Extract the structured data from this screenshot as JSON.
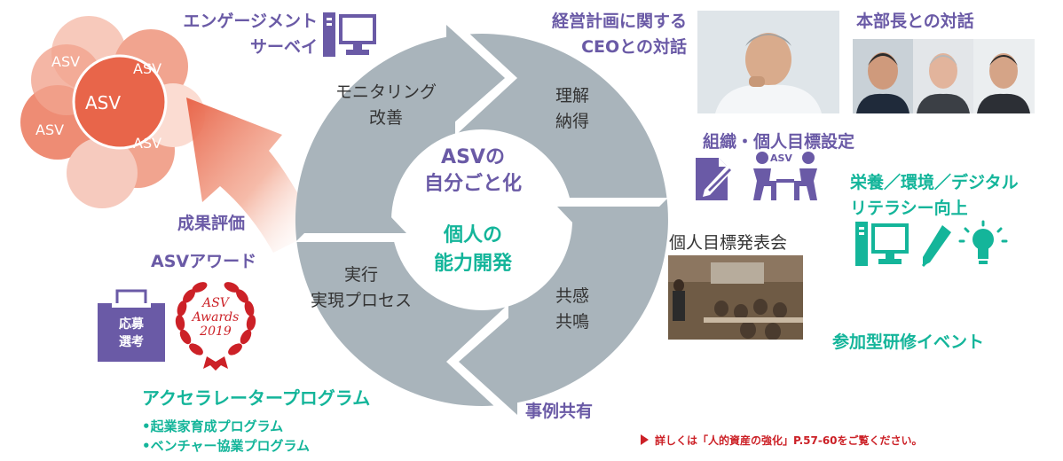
{
  "cluster": {
    "center_label": "ASV",
    "petal_labels": [
      "ASV",
      "ASV",
      "ASV",
      "ASV"
    ]
  },
  "cycle": {
    "center_line1": "ASVの",
    "center_line2": "自分ごと化",
    "center_line3": "個人の",
    "center_line4": "能力開発",
    "segment_top_left": [
      "モニタリング",
      "改善"
    ],
    "segment_top_right": [
      "理解",
      "納得"
    ],
    "segment_bottom_left": [
      "実行",
      "実現プロセス"
    ],
    "segment_bottom_right": [
      "共感",
      "共鳴"
    ]
  },
  "activities": {
    "engagement": [
      "エンゲージメント",
      "サーベイ"
    ],
    "ceo_dialog": [
      "経営計画に関する",
      "CEOとの対話"
    ],
    "head_dialog": "本部長との対話",
    "goal_setting": "組織・個人目標設定",
    "goal_badge": "ASV",
    "literacy": [
      "栄養／環境／デジタル",
      "リテラシー向上"
    ],
    "goal_presentation": "個人目標発表会",
    "training_event": "参加型研修イベント",
    "case_sharing": "事例共有",
    "evaluation": "成果評価",
    "asv_award": "ASVアワード",
    "award_box": [
      "応募",
      "選考"
    ],
    "award_badge": [
      "ASV",
      "Awards",
      "2019"
    ],
    "accelerator_title": "アクセラレータープログラム",
    "accelerator_items": [
      "•起業家育成プログラム",
      "•ベンチャー協業プログラム"
    ],
    "reference_note": "詳しくは「人的資産の強化」P.57-60をご覧ください。"
  },
  "colors": {
    "purple": "#6a5aa6",
    "teal": "#14b59a",
    "orange": "#e8654a",
    "cycle_gray": "#a9b4bb",
    "red": "#cc2127"
  },
  "icons": [
    "computer-icon",
    "pen-icon",
    "bulb-icon",
    "document-pen-icon",
    "people-desk-icon",
    "ballot-box-icon",
    "laurel-badge-icon",
    "triangle-bullet-icon"
  ]
}
